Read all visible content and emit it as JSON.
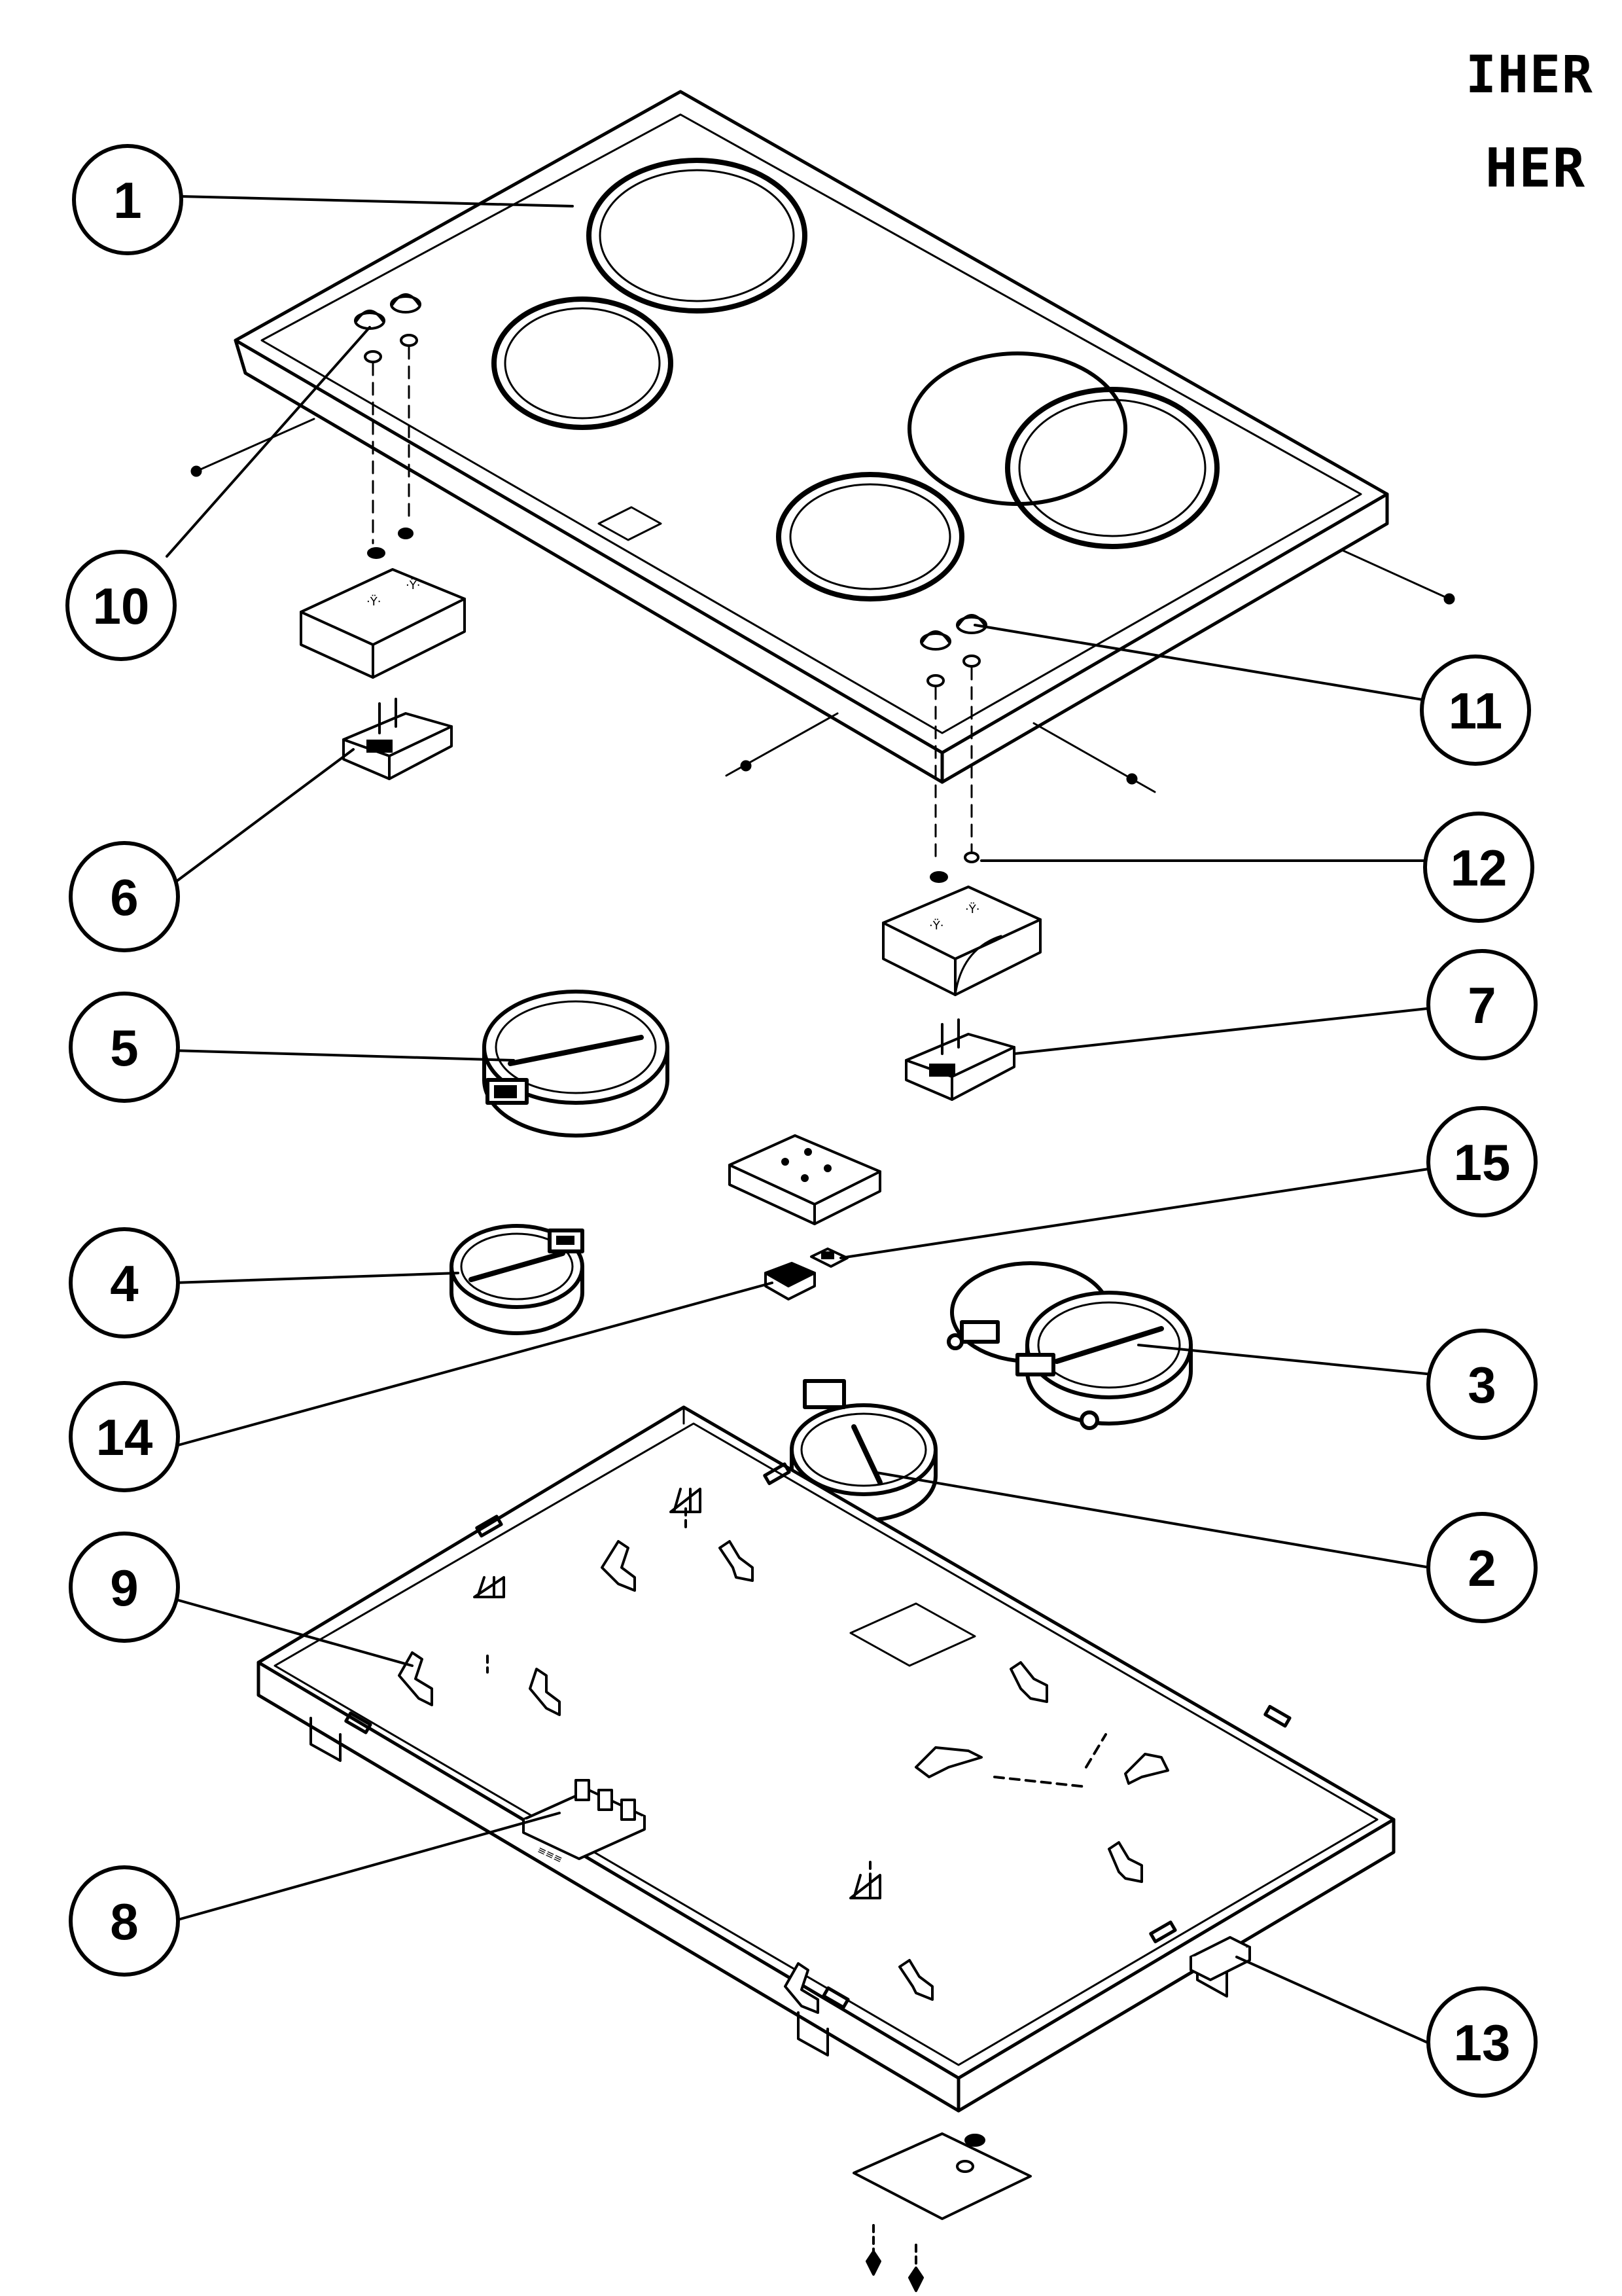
{
  "header": {
    "line1": "IHER",
    "line2": "HER"
  },
  "callouts": [
    {
      "id": "c1",
      "label": "1",
      "part": "glass-ceramic-top"
    },
    {
      "id": "c2",
      "label": "2",
      "part": "radiant-element-small-rear"
    },
    {
      "id": "c3",
      "label": "3",
      "part": "radiant-element-dual-oval"
    },
    {
      "id": "c4",
      "label": "4",
      "part": "radiant-element-small"
    },
    {
      "id": "c5",
      "label": "5",
      "part": "radiant-element-large"
    },
    {
      "id": "c6",
      "label": "6",
      "part": "switch-left"
    },
    {
      "id": "c7",
      "label": "7",
      "part": "switch-right"
    },
    {
      "id": "c8",
      "label": "8",
      "part": "terminal-block"
    },
    {
      "id": "c9",
      "label": "9",
      "part": "element-support-spring"
    },
    {
      "id": "c10",
      "label": "10",
      "part": "knob-left"
    },
    {
      "id": "c11",
      "label": "11",
      "part": "knob-right"
    },
    {
      "id": "c12",
      "label": "12",
      "part": "washer"
    },
    {
      "id": "c13",
      "label": "13",
      "part": "mounting-bracket"
    },
    {
      "id": "c14",
      "label": "14",
      "part": "indicator-lamp"
    },
    {
      "id": "c15",
      "label": "15",
      "part": "connector-clip"
    }
  ],
  "colors": {
    "ink": "#000000",
    "paper": "#ffffff"
  }
}
